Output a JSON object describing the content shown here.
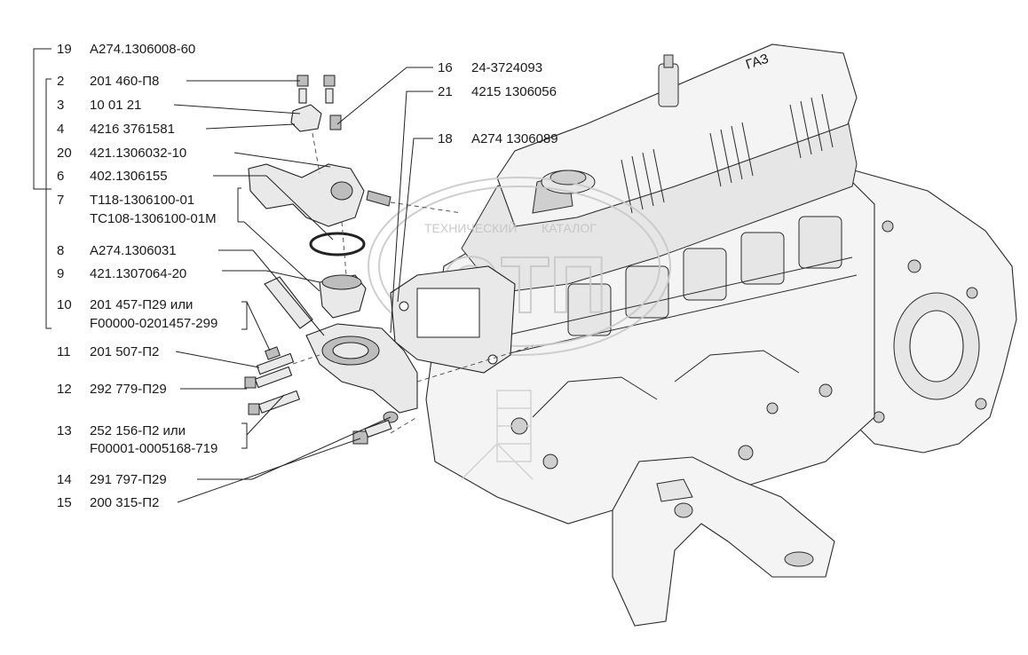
{
  "callouts_left": [
    {
      "num": "19",
      "code": "А274.1306008-60"
    },
    {
      "num": "2",
      "code": "201 460-П8"
    },
    {
      "num": "3",
      "code": "10 01 21"
    },
    {
      "num": "4",
      "code": "4216 3761581"
    },
    {
      "num": "20",
      "code": "421.1306032-10"
    },
    {
      "num": "6",
      "code": "402.1306155"
    },
    {
      "num": "7",
      "code": "Т118-1306100-01",
      "code2": "ТС108-1306100-01М"
    },
    {
      "num": "8",
      "code": "А274.1306031"
    },
    {
      "num": "9",
      "code": "421.1307064-20"
    },
    {
      "num": "10",
      "code": "201 457-П29 или",
      "code2": "F00000-0201457-299"
    },
    {
      "num": "11",
      "code": "201 507-П2"
    },
    {
      "num": "12",
      "code": "292 779-П29"
    },
    {
      "num": "13",
      "code": "252 156-П2 или",
      "code2": "F00001-0005168-719"
    },
    {
      "num": "14",
      "code": "291 797-П29"
    },
    {
      "num": "15",
      "code": "200 315-П2"
    }
  ],
  "callouts_right": [
    {
      "num": "16",
      "code": "24-3724093"
    },
    {
      "num": "21",
      "code": "4215 1306056"
    },
    {
      "num": "18",
      "code": "А274 1306089"
    }
  ],
  "watermark": {
    "top_text": "ТЕХНИЧЕСКИЙ",
    "right_text": "КАТАЛОГ",
    "logo_text": "ЭТП"
  },
  "engine_badge": "ГАЗ"
}
